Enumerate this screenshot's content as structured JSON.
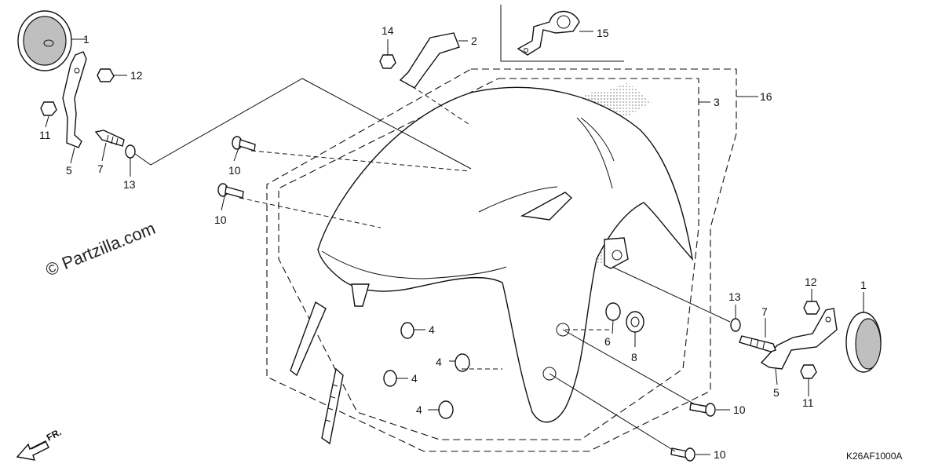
{
  "watermark": "© Partzilla.com",
  "diagram_code": "K26AF1000A",
  "front_arrow_label": "FR.",
  "callouts": {
    "c1_left": "1",
    "c1_right": "1",
    "c2": "2",
    "c3": "3",
    "c4_a": "4",
    "c4_b": "4",
    "c4_c": "4",
    "c4_d": "4",
    "c5_left": "5",
    "c5_right": "5",
    "c6": "6",
    "c7_left": "7",
    "c7_right": "7",
    "c8": "8",
    "c10_a": "10",
    "c10_b": "10",
    "c10_c": "10",
    "c10_d": "10",
    "c11_left": "11",
    "c11_right": "11",
    "c12_left": "12",
    "c12_right": "12",
    "c13_left": "13",
    "c13_right": "13",
    "c14": "14",
    "c15": "15",
    "c16": "16"
  }
}
